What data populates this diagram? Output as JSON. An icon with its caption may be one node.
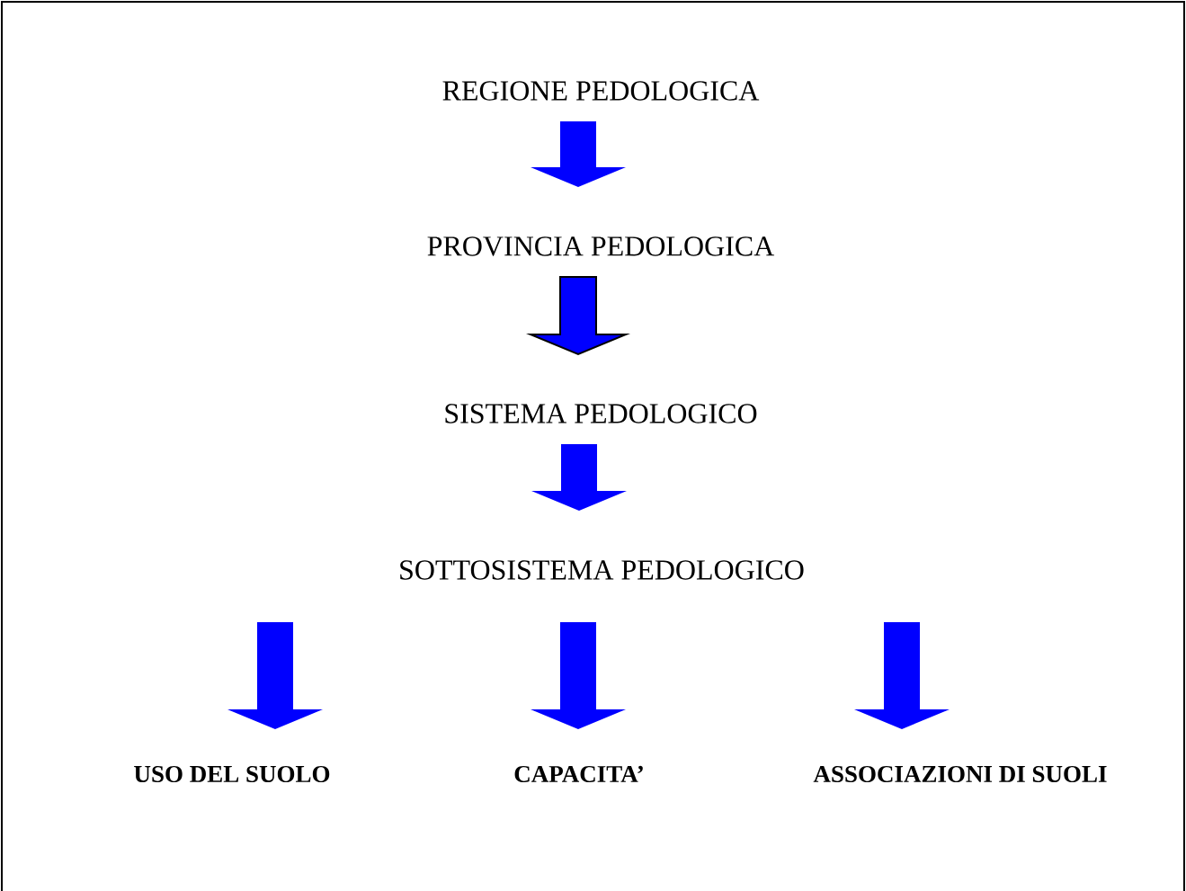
{
  "diagram": {
    "nodes": [
      {
        "text": [
          "REGIONE PEDOLOGICA"
        ]
      },
      {
        "text": [
          "PROVINCIA PEDOLOGICA"
        ]
      },
      {
        "text": [
          "SISTEMA PEDOLOGICO"
        ]
      },
      {
        "text": [
          "SOTTOSISTEMA PEDOLOGICO"
        ]
      },
      {
        "text": [
          "USO DEL SUOLO"
        ]
      },
      {
        "text": [
          "CAPACITA’"
        ]
      },
      {
        "text": [
          "ASSOCIAZIONI DI SUOLI"
        ]
      }
    ],
    "edges": [
      {
        "from": 0,
        "to": 1,
        "arrow": "to"
      },
      {
        "from": 1,
        "to": 2,
        "arrow": "to"
      },
      {
        "from": 2,
        "to": 3,
        "arrow": "to"
      },
      {
        "from": 3,
        "to": 4,
        "arrow": "to"
      },
      {
        "from": 3,
        "to": 5,
        "arrow": "to"
      },
      {
        "from": 3,
        "to": 6,
        "arrow": "to"
      }
    ]
  }
}
